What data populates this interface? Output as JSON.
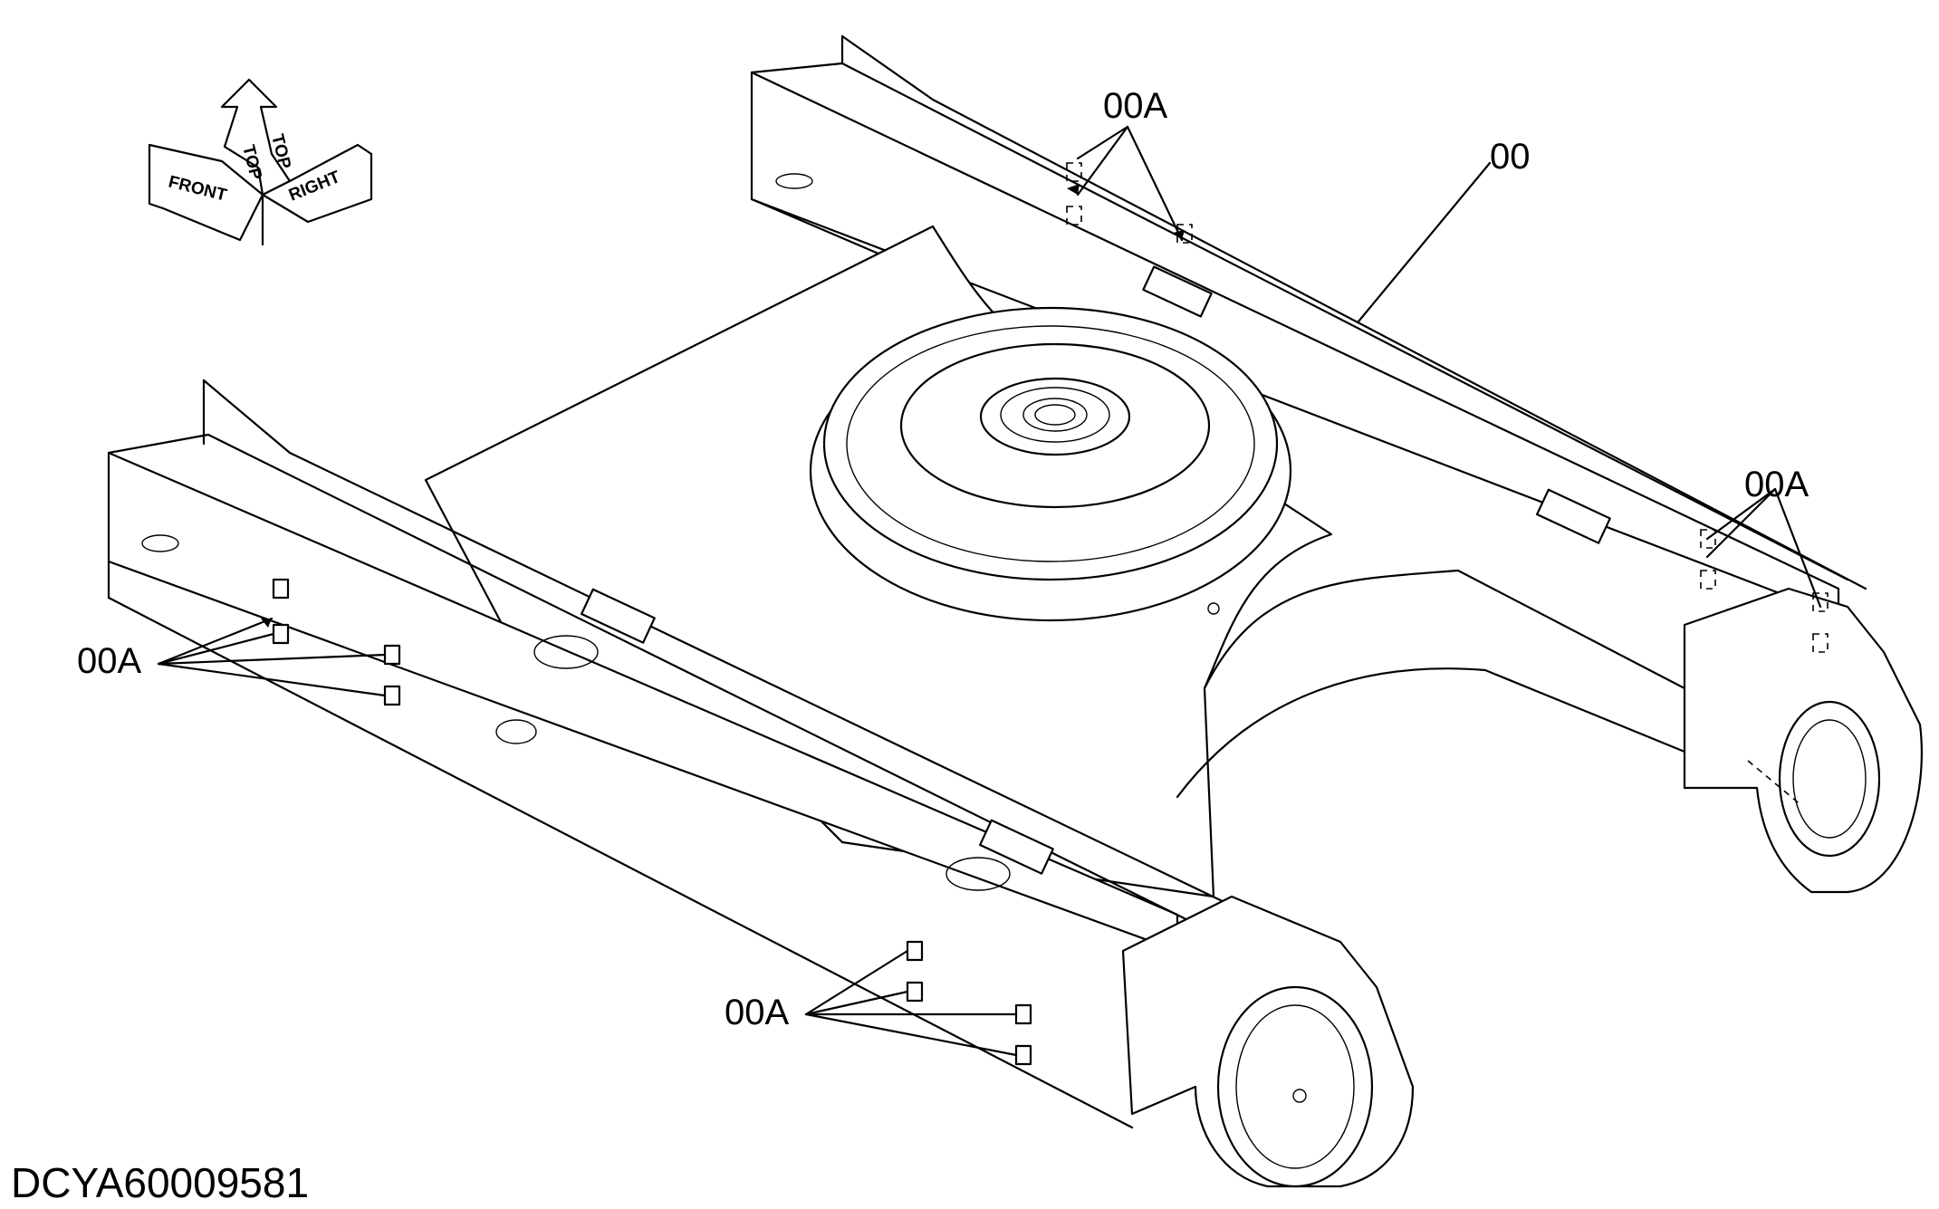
{
  "callouts": {
    "top_00A": "00A",
    "main_00": "00",
    "right_00A": "00A",
    "left_00A": "00A",
    "bottom_00A": "00A"
  },
  "orientation": {
    "top": "TOP",
    "front": "FRONT",
    "right": "RIGHT"
  },
  "document_id": "DCYA60009581"
}
